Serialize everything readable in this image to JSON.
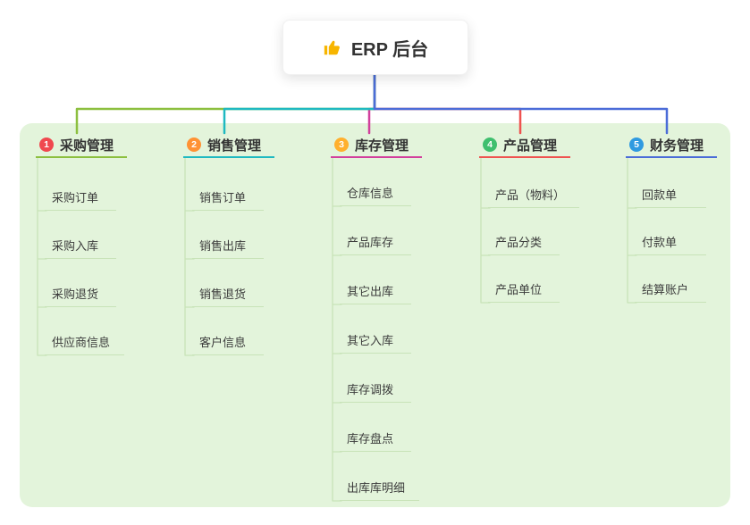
{
  "root": {
    "label": "ERP 后台",
    "icon": "thumbs-up-icon"
  },
  "branches": [
    {
      "num": "1",
      "label": "采购管理",
      "badge_color": "#f0484f",
      "line_color": "#8cbf3f",
      "children": [
        "采购订单",
        "采购入库",
        "采购退货",
        "供应商信息"
      ]
    },
    {
      "num": "2",
      "label": "销售管理",
      "badge_color": "#ff9234",
      "line_color": "#1fb9c1",
      "children": [
        "销售订单",
        "销售出库",
        "销售退货",
        "客户信息"
      ]
    },
    {
      "num": "3",
      "label": "库存管理",
      "badge_color": "#ffb02e",
      "line_color": "#d23f9c",
      "children": [
        "仓库信息",
        "产品库存",
        "其它出库",
        "其它入库",
        "库存调拨",
        "库存盘点",
        "出库库明细"
      ]
    },
    {
      "num": "4",
      "label": "产品管理",
      "badge_color": "#3fbf6e",
      "line_color": "#ef5350",
      "children": [
        "产品（物料）",
        "产品分类",
        "产品单位"
      ]
    },
    {
      "num": "5",
      "label": "财务管理",
      "badge_color": "#2f9ae0",
      "line_color": "#4b6cd8",
      "children": [
        "回款单",
        "付款单",
        "结算账户"
      ]
    }
  ],
  "colors": {
    "background_panel": "#e3f4db",
    "child_line": "#c8e3b8",
    "root_icon": "#f7b500",
    "text": "#3c3c3c"
  }
}
